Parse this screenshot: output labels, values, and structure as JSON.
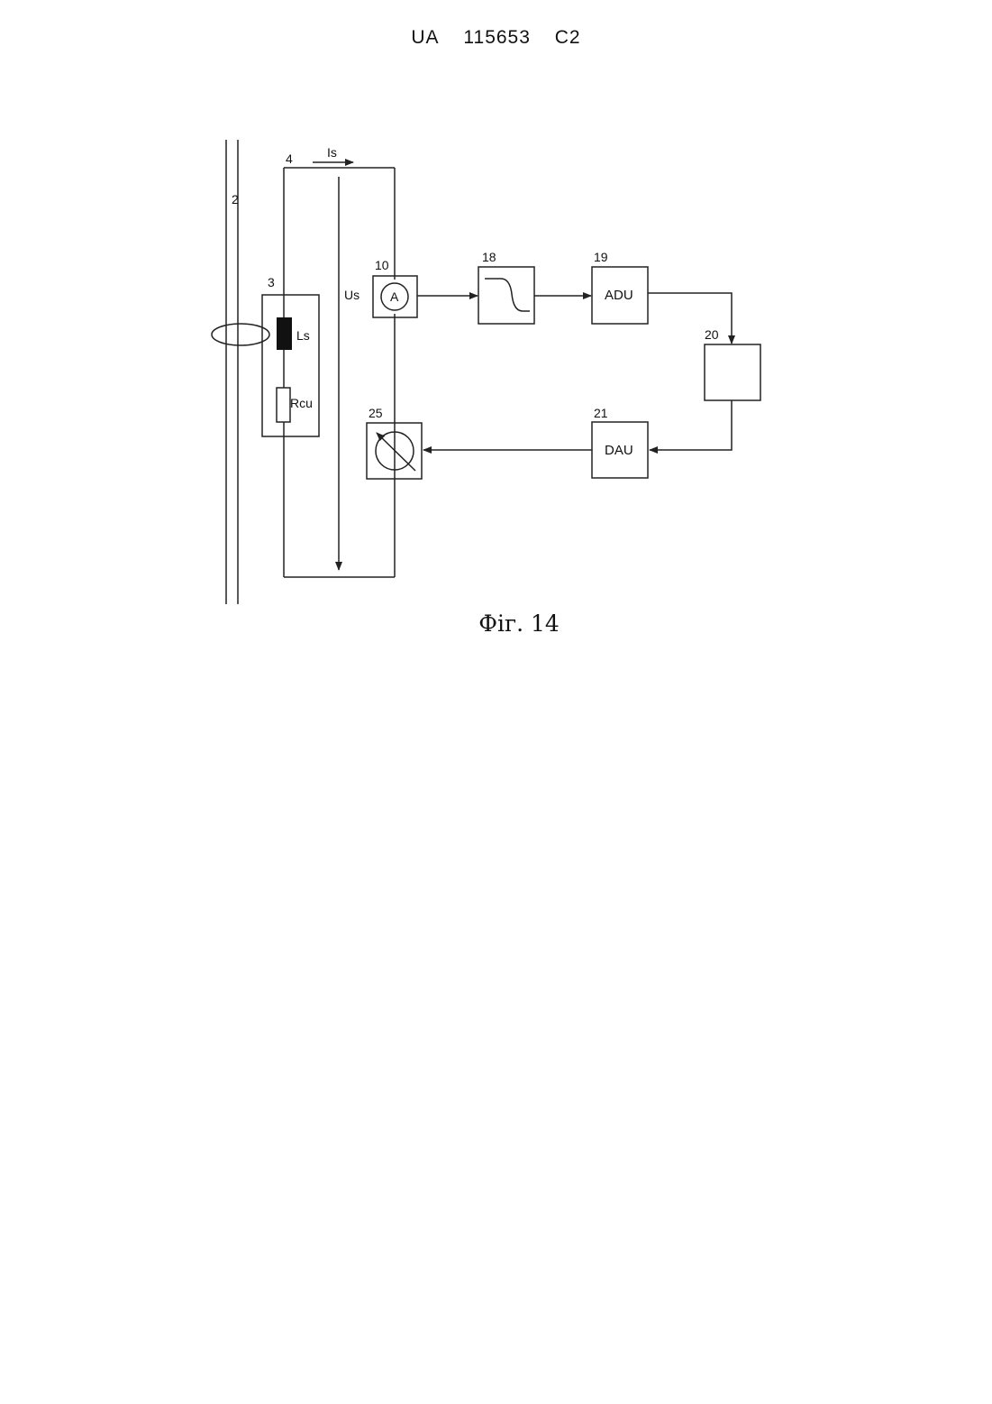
{
  "header": {
    "country": "UA",
    "number": "115653",
    "kind": "C2"
  },
  "diagram": {
    "labels": {
      "conductor": "2",
      "sensor_block": "3",
      "loop": "4",
      "current": "Is",
      "voltage": "Us",
      "inductance": "Ls",
      "resistance": "Rcu",
      "ammeter_ref": "10",
      "ammeter_symbol": "A",
      "filter_ref": "18",
      "adc_ref": "19",
      "adc_name": "ADU",
      "processor_ref": "20",
      "dac_ref": "21",
      "dac_name": "DAU",
      "source_ref": "25"
    },
    "caption": "Фіг. 14"
  }
}
